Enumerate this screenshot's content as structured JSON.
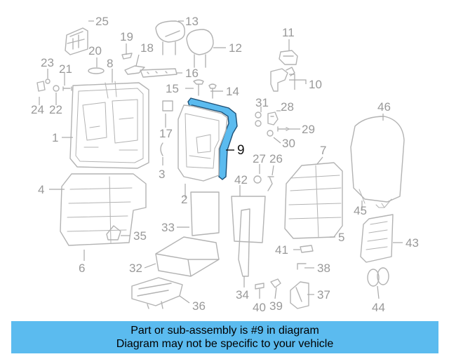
{
  "highlighted_part": "9",
  "callouts": [
    "25",
    "13",
    "19",
    "20",
    "18",
    "12",
    "11",
    "23",
    "21",
    "8",
    "16",
    "15",
    "14",
    "10",
    "24",
    "22",
    "31",
    "28",
    "46",
    "1",
    "17",
    "9",
    "29",
    "30",
    "27",
    "26",
    "7",
    "3",
    "4",
    "42",
    "2",
    "35",
    "33",
    "5",
    "41",
    "43",
    "6",
    "32",
    "38",
    "45",
    "34",
    "40",
    "39",
    "37",
    "36",
    "44"
  ],
  "banner": {
    "line1": "Part or sub-assembly is #9 in diagram",
    "line2": "Diagram may not be specific to your vehicle"
  },
  "colors": {
    "highlight": "#5bbbef",
    "banner_bg": "#5bbbef",
    "line_art": "#b3b3b3",
    "label": "#999999"
  }
}
